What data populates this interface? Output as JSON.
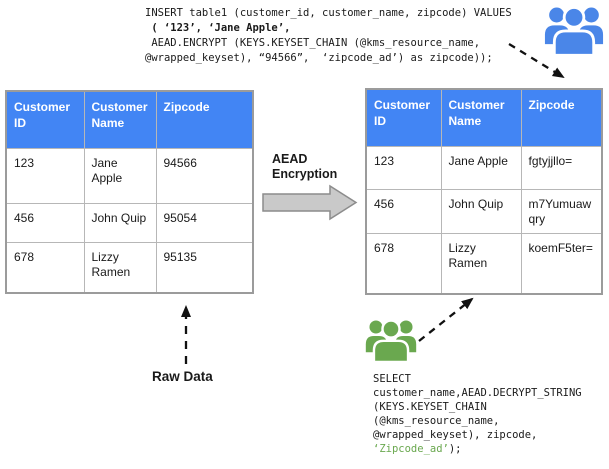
{
  "insert_code": {
    "lines": [
      "INSERT table1 (customer_id, customer_name, zipcode) VALUES",
      " ( ‘123’, ‘Jane Apple’,",
      " AEAD.ENCRYPT (KEYS.KEYSET_CHAIN (@kms_resource_name,",
      "@wrapped_keyset), “94566”,  ‘zipcode_ad’) as zipcode));"
    ]
  },
  "select_code": {
    "lines": [
      "SELECT",
      "customer_name,AEAD.DECRYPT_STRING",
      "(KEYS.KEYSET_CHAIN",
      "(@kms_resource_name,",
      "@wrapped_keyset), zipcode,"
    ],
    "highlight": "‘Zipcode_ad’",
    "suffix": ");"
  },
  "left_table": {
    "headers": [
      "Customer ID",
      "Customer Name",
      "Zipcode"
    ],
    "rows": [
      [
        "123",
        "Jane Apple",
        "94566"
      ],
      [
        "456",
        "John Quip",
        "95054"
      ],
      [
        "678",
        "Lizzy Ramen",
        "95135"
      ]
    ]
  },
  "right_table": {
    "headers": [
      "Customer ID",
      "Customer Name",
      "Zipcode"
    ],
    "rows": [
      [
        "123",
        "Jane Apple",
        "fgtyjjllo="
      ],
      [
        "456",
        "John Quip",
        "m7Yumuawqry"
      ],
      [
        "678",
        "Lizzy Ramen",
        "koemF5ter="
      ]
    ]
  },
  "middle": {
    "label": "AEAD\nEncryption"
  },
  "raw_data_label": "Raw Data",
  "icons": {
    "top_right": "users-group-blue-icon",
    "bottom": "users-group-green-icon"
  },
  "colors": {
    "table_header_blue": "#4285f4",
    "users_blue": "#4a86e8",
    "users_green": "#6aa84f",
    "highlight_green": "#6aa84f",
    "block_arrow_fill": "#c9c9c9",
    "block_arrow_stroke": "#8c8c8c",
    "dashed_arrow": "#111111"
  }
}
